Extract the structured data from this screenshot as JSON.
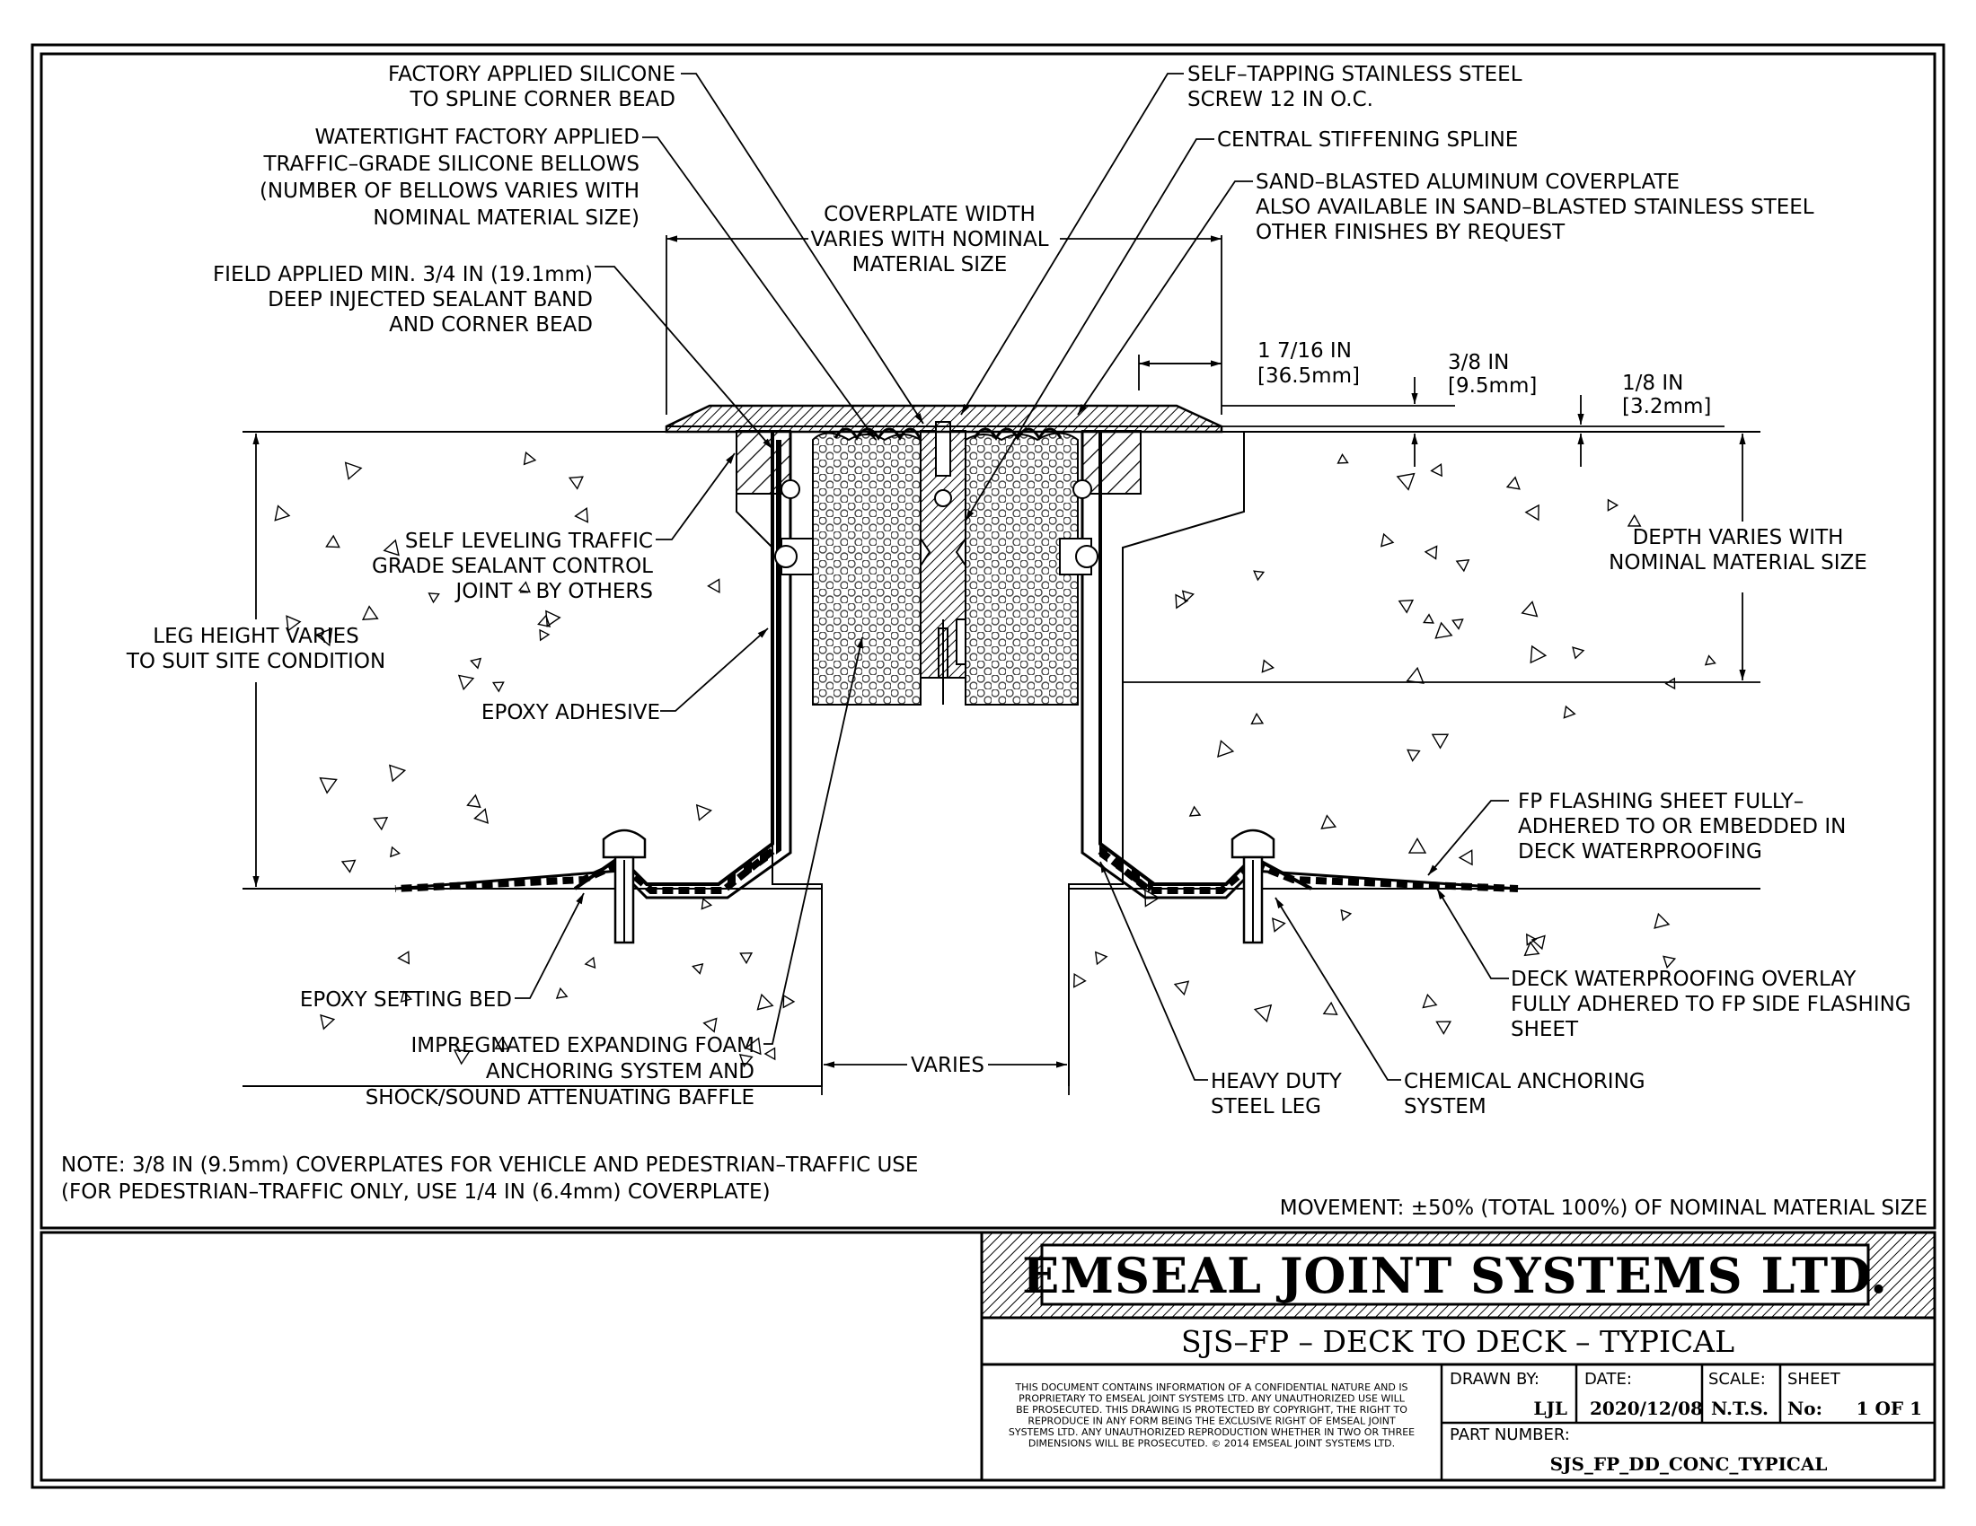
{
  "labels": {
    "factory_silicone": [
      "FACTORY APPLIED SILICONE",
      "TO SPLINE CORNER BEAD"
    ],
    "bellows": [
      "WATERTIGHT FACTORY APPLIED",
      "TRAFFIC–GRADE SILICONE BELLOWS",
      "(NUMBER OF BELLOWS VARIES WITH",
      "NOMINAL MATERIAL SIZE)"
    ],
    "field_sealant": [
      "FIELD APPLIED MIN. 3/4 IN (19.1mm)",
      "DEEP INJECTED SEALANT BAND",
      "AND CORNER BEAD"
    ],
    "coverplate_width": [
      "COVERPLATE WIDTH",
      "VARIES WITH NOMINAL",
      "MATERIAL SIZE"
    ],
    "screw": [
      "SELF–TAPPING STAINLESS STEEL",
      "SCREW 12 IN O.C."
    ],
    "spline": [
      "CENTRAL STIFFENING SPLINE"
    ],
    "coverplate": [
      "SAND–BLASTED ALUMINUM COVERPLATE",
      "ALSO AVAILABLE IN SAND–BLASTED STAINLESS STEEL",
      "OTHER FINISHES BY REQUEST"
    ],
    "dim_1_7_16": [
      "1 7/16 IN",
      "[36.5mm]"
    ],
    "dim_3_8": [
      "3/8 IN",
      "[9.5mm]"
    ],
    "dim_1_8": [
      "1/8 IN",
      "[3.2mm]"
    ],
    "self_leveling": [
      "SELF LEVELING TRAFFIC",
      "GRADE SEALANT CONTROL",
      "JOINT – BY OTHERS"
    ],
    "depth": [
      "DEPTH VARIES WITH",
      "NOMINAL MATERIAL SIZE"
    ],
    "leg_height": [
      "LEG HEIGHT VARIES",
      "TO SUIT SITE CONDITION"
    ],
    "epoxy_adhesive": [
      "EPOXY ADHESIVE"
    ],
    "fp_flashing": [
      "FP FLASHING SHEET FULLY–",
      "ADHERED TO OR EMBEDDED IN",
      "DECK WATERPROOFING"
    ],
    "epoxy_setting": [
      "EPOXY SETTING BED"
    ],
    "deck_overlay": [
      "DECK WATERPROOFING OVERLAY",
      "FULLY ADHERED TO FP SIDE FLASHING",
      "SHEET"
    ],
    "foam": [
      "IMPREGNATED EXPANDING FOAM",
      "ANCHORING SYSTEM AND",
      "SHOCK/SOUND ATTENUATING BAFFLE"
    ],
    "varies": [
      "VARIES"
    ],
    "steel_leg": [
      "HEAVY DUTY",
      "STEEL LEG"
    ],
    "chemical": [
      "CHEMICAL ANCHORING",
      "SYSTEM"
    ]
  },
  "note": [
    "NOTE: 3/8 IN (9.5mm) COVERPLATES FOR VEHICLE AND PEDESTRIAN–TRAFFIC USE",
    "(FOR PEDESTRIAN–TRAFFIC ONLY, USE 1/4 IN (6.4mm) COVERPLATE)"
  ],
  "movement": "MOVEMENT: ±50% (TOTAL 100%) OF NOMINAL MATERIAL SIZE",
  "titleblock": {
    "company": "EMSEAL JOINT SYSTEMS LTD.",
    "drawing_title": "SJS–FP – DECK TO DECK – TYPICAL",
    "confidential": [
      "THIS DOCUMENT CONTAINS INFORMATION OF A CONFIDENTIAL NATURE AND IS",
      "PROPRIETARY TO EMSEAL JOINT SYSTEMS LTD. ANY UNAUTHORIZED USE WILL",
      "BE PROSECUTED. THIS DRAWING IS PROTECTED BY COPYRIGHT, THE RIGHT TO",
      "REPRODUCE IN ANY FORM BEING THE EXCLUSIVE RIGHT OF EMSEAL JOINT",
      "SYSTEMS LTD. ANY UNAUTHORIZED REPRODUCTION WHETHER IN TWO OR THREE",
      "DIMENSIONS WILL BE PROSECUTED. © 2014 EMSEAL JOINT SYSTEMS LTD."
    ],
    "drawn_by_label": "DRAWN BY:",
    "drawn_by": "LJL",
    "date_label": "DATE:",
    "date": "2020/12/08",
    "scale_label": "SCALE:",
    "scale": "N.T.S.",
    "sheet_label": "SHEET",
    "sheet_no_label": "No:",
    "sheet": "1 OF 1",
    "part_number_label": "PART NUMBER:",
    "part_number": "SJS_FP_DD_CONC_TYPICAL"
  },
  "colors": {
    "line": "#000000",
    "paper": "#ffffff",
    "foam_circle": "#555555"
  }
}
